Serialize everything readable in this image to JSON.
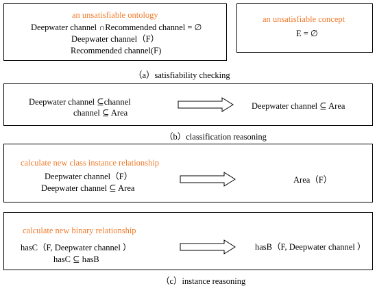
{
  "colors": {
    "accent": "#f07a2a",
    "line": "#000000"
  },
  "panel_a": {
    "ontology_title": "an unsatisfiable ontology",
    "ontology_line1": "Deepwater channel ∩Recommended channel  = ∅",
    "ontology_line2": "Deepwater channel（F）",
    "ontology_line3": "Recommended channel(F)",
    "concept_title": "an unsatisfiable concept",
    "concept_line1": "E  =  ∅",
    "caption": "（a）satisfiability checking"
  },
  "panel_b": {
    "left_line1": "Deepwater channel  ⊆channel",
    "left_line2": "channel ⊆ Area",
    "right_line1": "Deepwater channel    ⊆ Area",
    "caption": "（b）classification reasoning"
  },
  "panel_c1": {
    "title": "calculate new class instance relationship",
    "left_line1": "Deepwater channel（F）",
    "left_line2": "Deepwater channel   ⊆  Area",
    "right_line1": "Area（F）"
  },
  "panel_c2": {
    "title": "calculate new binary relationship",
    "left_line1": "hasC（F, Deepwater channel ）",
    "left_line2": "hasC  ⊆  hasB",
    "right_line1": "hasB（F, Deepwater channel ）",
    "caption": "（c）instance reasoning"
  }
}
